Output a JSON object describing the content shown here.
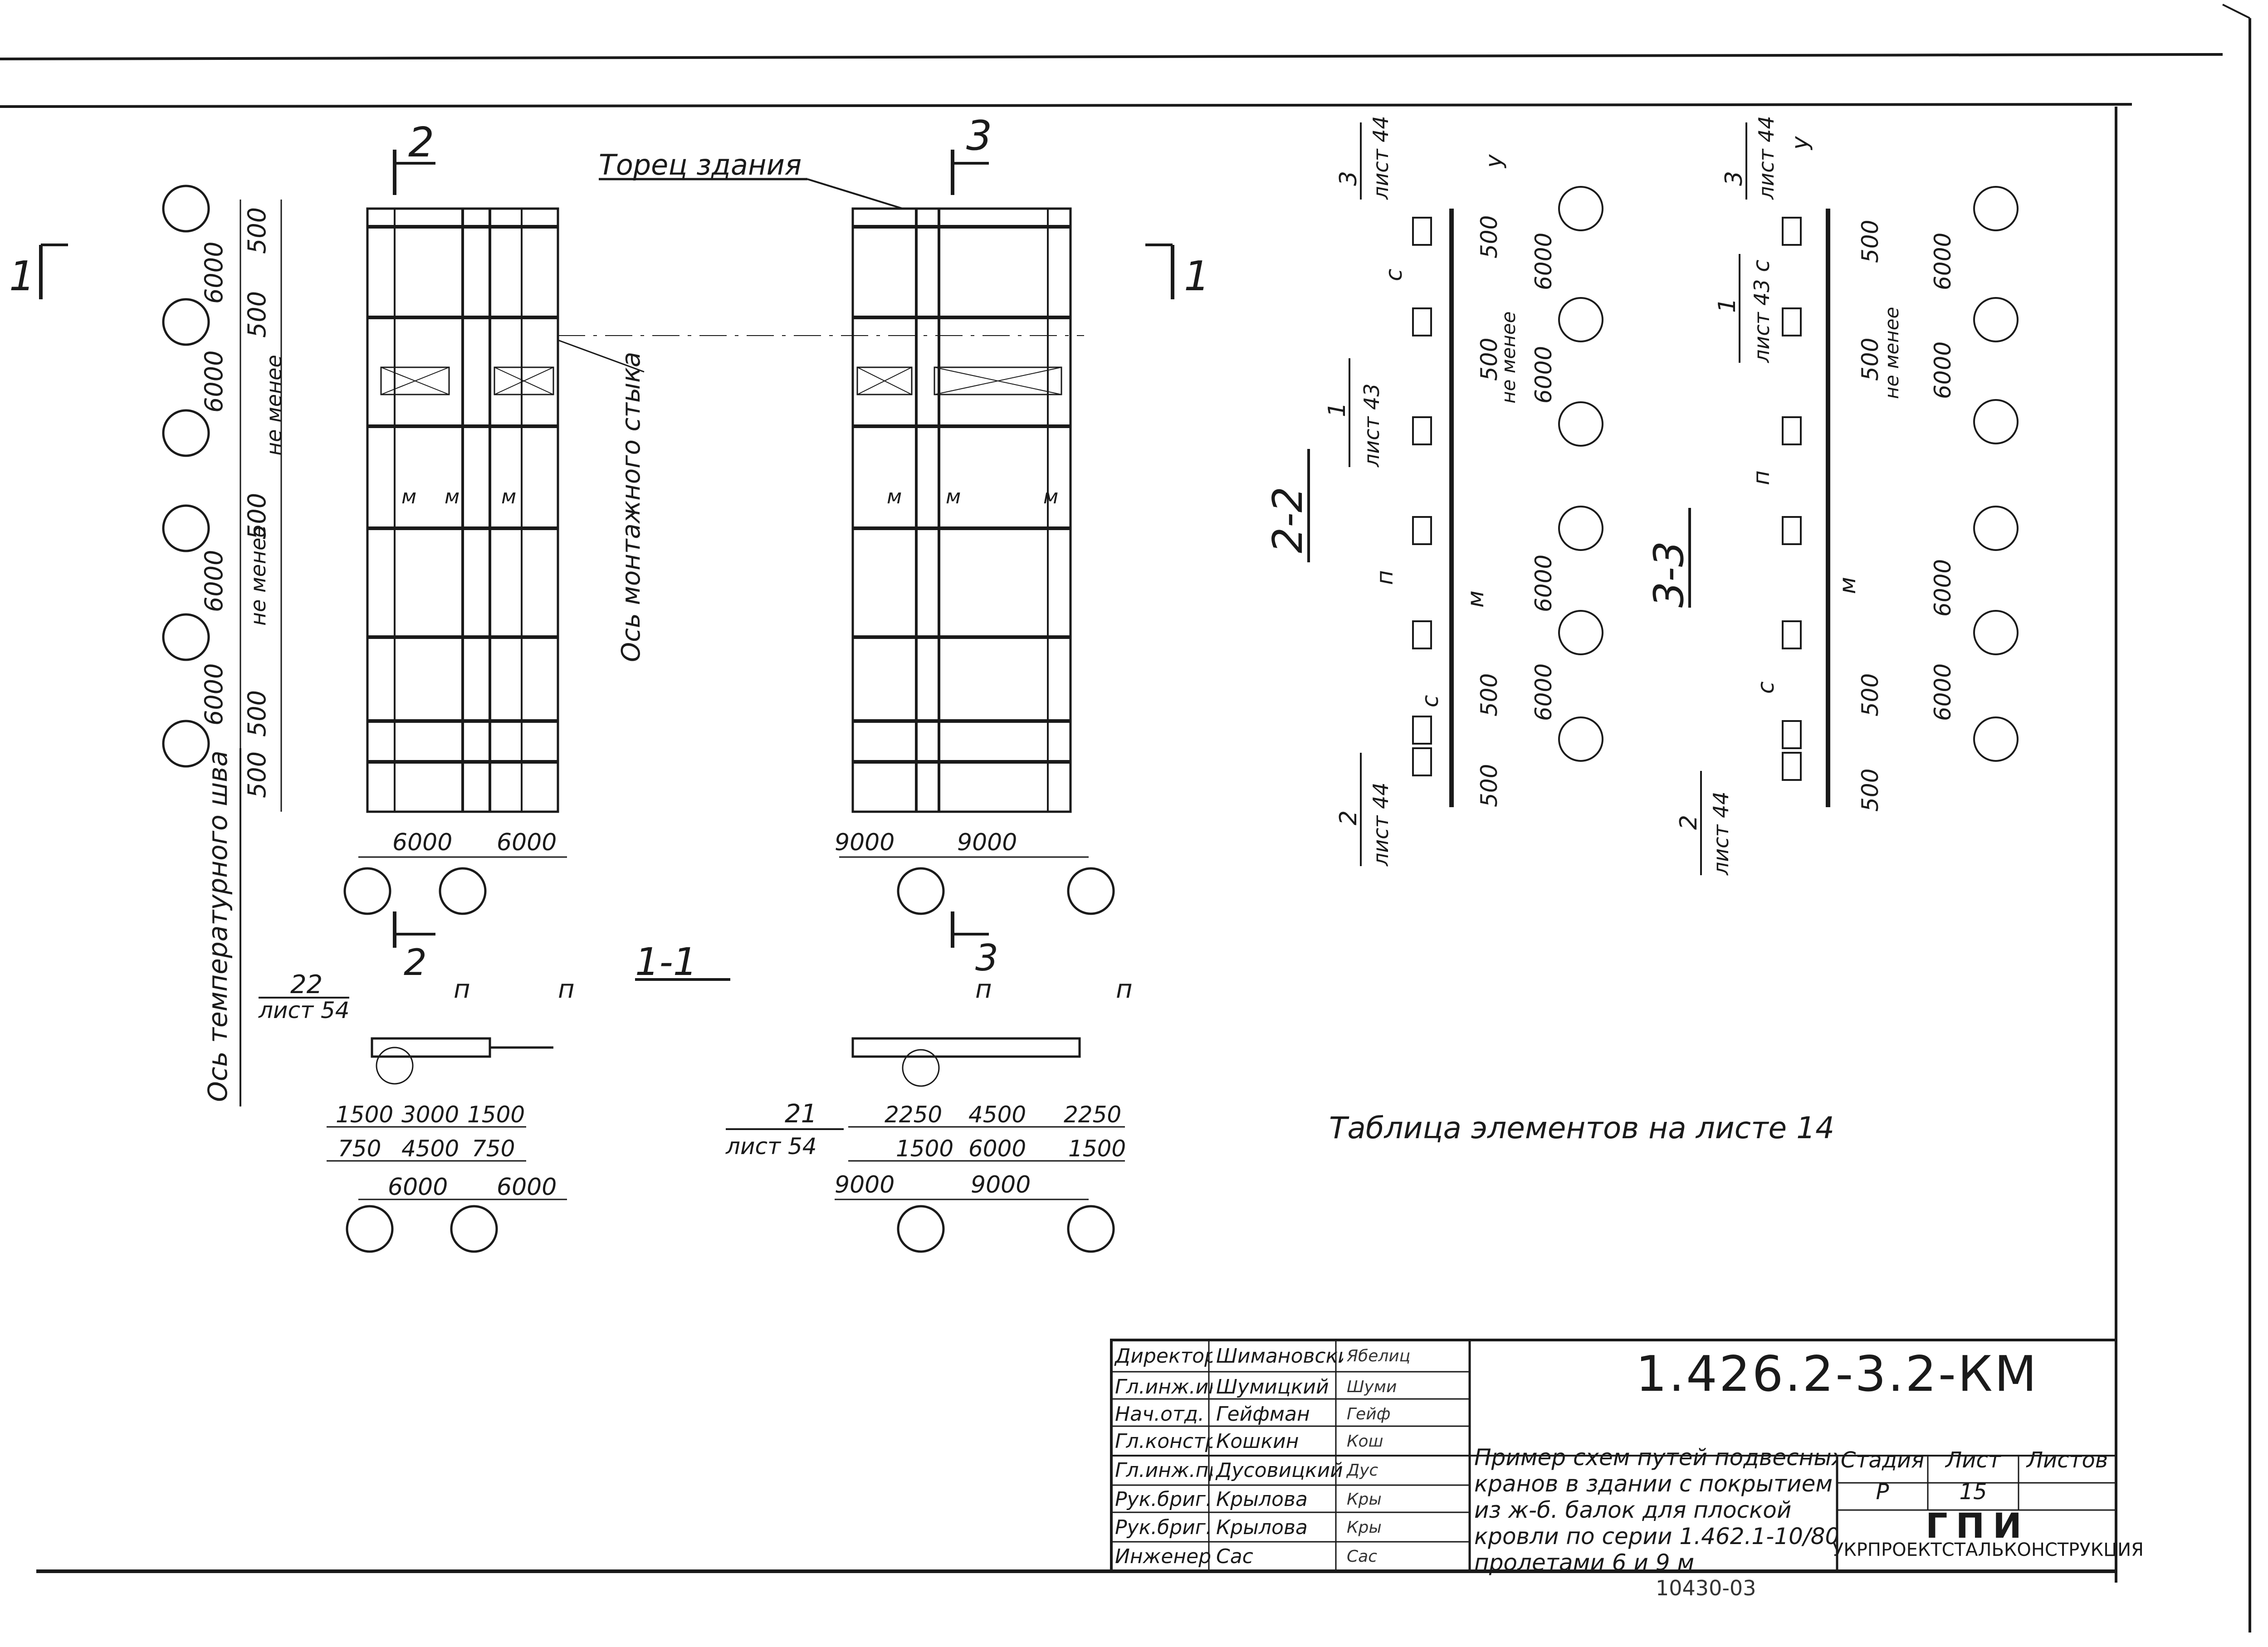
{
  "drawing": {
    "plan_labels": {
      "section_1": "1",
      "section_2": "2",
      "section_3": "3",
      "building_end": "Торец здания",
      "joint_axis": "Ось монтажного стыка",
      "temp_joint_axis": "Ось температурного шва",
      "not_less": "не менее",
      "m": "м"
    },
    "plan_left_dims": [
      "500",
      "6000",
      "500",
      "6000",
      "500",
      "6000",
      "6000",
      "500",
      "500"
    ],
    "plan_left_bottom_dims": [
      "6000",
      "6000"
    ],
    "plan_right_bottom_dims": [
      "9000",
      "9000"
    ],
    "section_1_1": {
      "title": "1-1",
      "left_callout_num": "22",
      "left_callout_sheet": "лист 54",
      "right_callout_num": "21",
      "right_callout_sheet": "лист 54",
      "p": "п",
      "left_row1": [
        "1500",
        "3000",
        "1500"
      ],
      "left_row2": [
        "750",
        "4500",
        "750"
      ],
      "left_row3": [
        "6000",
        "6000"
      ],
      "right_row1": [
        "2250",
        "4500",
        "2250"
      ],
      "right_row2": [
        "1500",
        "6000",
        "1500"
      ],
      "right_row3": [
        "9000",
        "9000"
      ]
    },
    "section_2_2": {
      "title": "2-2",
      "callout_3": "3",
      "callout_3_sheet": "лист 44",
      "callout_1": "1",
      "callout_1_sheet": "лист 43",
      "callout_2": "2",
      "callout_2_sheet": "лист 44",
      "u": "у",
      "c": "с",
      "p": "п",
      "m": "м",
      "dims_top": [
        "500",
        "6000"
      ],
      "dims_mid": [
        "500",
        "не менее",
        "6000"
      ],
      "dims_bot": [
        "6000",
        "6000",
        "500",
        "500"
      ]
    },
    "section_3_3": {
      "title": "3-3",
      "callout_3": "3",
      "callout_3_sheet": "лист 44",
      "callout_1": "1",
      "callout_1_sheet": "лист 43",
      "callout_2": "2",
      "callout_2_sheet": "лист 44",
      "u": "у",
      "c": "с",
      "p": "п",
      "m": "м",
      "dims": [
        "500",
        "6000",
        "500",
        "не менее",
        "6000",
        "6000",
        "500",
        "6000",
        "500"
      ]
    },
    "note": "Таблица элементов на листе 14"
  },
  "stamp": {
    "rows": [
      {
        "role": "Директор",
        "name": "Шимановский",
        "sign": "Ябелиц"
      },
      {
        "role": "Гл.инж.ин.",
        "name": "Шумицкий",
        "sign": "Шуми"
      },
      {
        "role": "Нач.отд.",
        "name": "Гейфман",
        "sign": "Гейф"
      },
      {
        "role": "Гл.констр.",
        "name": "Кошкин",
        "sign": "Кош"
      },
      {
        "role": "Гл.инж.пр.",
        "name": "Дусовицкий",
        "sign": "Дус"
      },
      {
        "role": "Рук.бриг.",
        "name": "Крылова",
        "sign": "Кры"
      },
      {
        "role": "Рук.бриг.",
        "name": "Крылова",
        "sign": "Кры"
      },
      {
        "role": "Инженер",
        "name": "Сас",
        "sign": "Сас"
      }
    ],
    "code": "1.426.2-3.2-КМ",
    "title_lines": [
      "Пример схем путей подвесных",
      "кранов в здании с покрытием",
      "из ж-б. балок для плоской",
      "кровли по серии 1.462.1-10/80",
      "пролетами 6 и 9 м"
    ],
    "stage_label": "Стадия",
    "stage_value": "Р",
    "sheet_label": "Лист",
    "sheet_value": "15",
    "sheets_label": "Листов",
    "sheets_value": "",
    "org_abbr": "ГПИ",
    "org_name": "УКРПРОЕКТСТАЛЬКОНСТРУКЦИЯ",
    "archive_no": "10430-03"
  }
}
